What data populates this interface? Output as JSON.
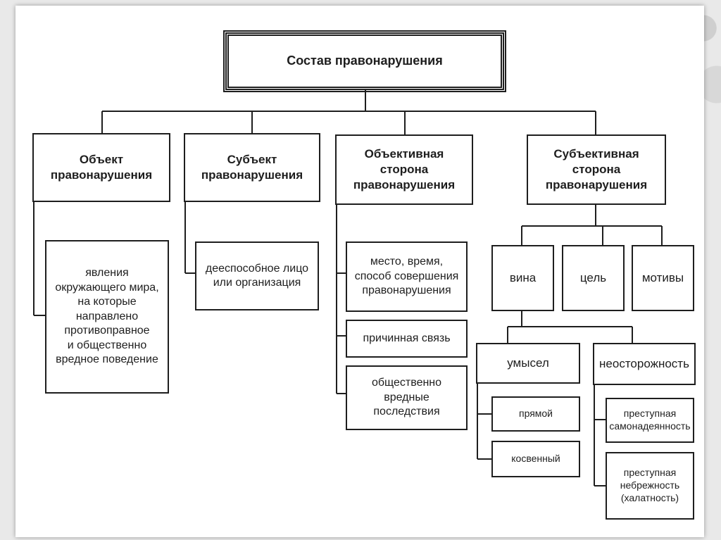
{
  "root": "Состав правонарушения",
  "categories": {
    "object": "Объект\nправонарушения",
    "subject": "Субъект\nправонарушения",
    "objective_side": "Объективная\nсторона\nправонарушения",
    "subjective_side": "Субъективная\nсторона\nправонарушения"
  },
  "details": {
    "object_desc": "явления\nокружающего мира,\nна которые\nнаправлено\nпротивоправное\nи общественно\nвредное поведение",
    "subject_desc": "дееспособное лицо\nили организация",
    "objective_place": "место, время,\nспособ совершения\nправонарушения",
    "objective_causal": "причинная связь",
    "objective_consequences": "общественно\nвредные\nпоследствия",
    "guilt": "вина",
    "goal": "цель",
    "motives": "мотивы",
    "intent": "умысел",
    "negligence": "неосторожность",
    "direct": "прямой",
    "indirect": "косвенный",
    "presumption": "преступная\nсамонадеянность",
    "carelessness": "преступная\nнебрежность\n(халатность)"
  },
  "colors": {
    "ink": "#1e1e1e",
    "slide_bg": "#ffffff",
    "page_bg": "#e9e9e9"
  }
}
